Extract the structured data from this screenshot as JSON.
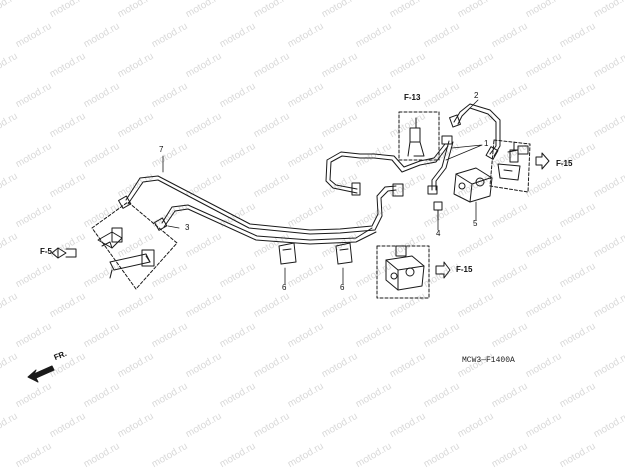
{
  "watermark": "motod.ru",
  "part_numbers": [
    "1",
    "2",
    "3",
    "4",
    "5",
    "6",
    "6",
    "7"
  ],
  "references": {
    "f13": "F-13",
    "f15_top": "F-15",
    "f15_mid": "F-15",
    "f5": "F-5"
  },
  "direction_label": "FR.",
  "diagram_code": "MCW3—F1400A",
  "colors": {
    "line": "#1a1a1a",
    "watermark": "#d9d9d9",
    "background": "#ffffff"
  }
}
